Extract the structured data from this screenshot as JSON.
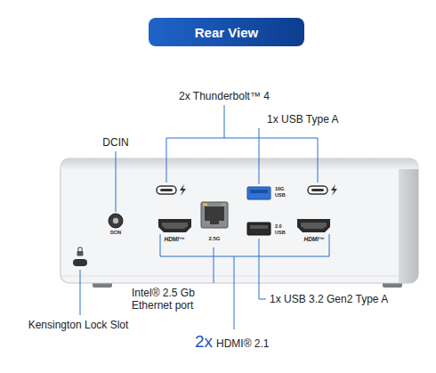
{
  "diagram": {
    "nodes": [
      {
        "text": [
          "Rear View"
        ]
      }
    ],
    "labels": [
      "2x Thunderbolt™ 4",
      "1x USB Type A",
      "DCIN",
      "DCIN",
      "2.5G",
      "10G USB",
      "2.0 USB",
      "HDMI™",
      "HDMI™",
      "Intel® 2.5 Gb Ethernet port",
      "1x USB 3.2 Gen2 Type A",
      "Kensington Lock Slot",
      "2x",
      "HDMI® 2.1"
    ]
  }
}
